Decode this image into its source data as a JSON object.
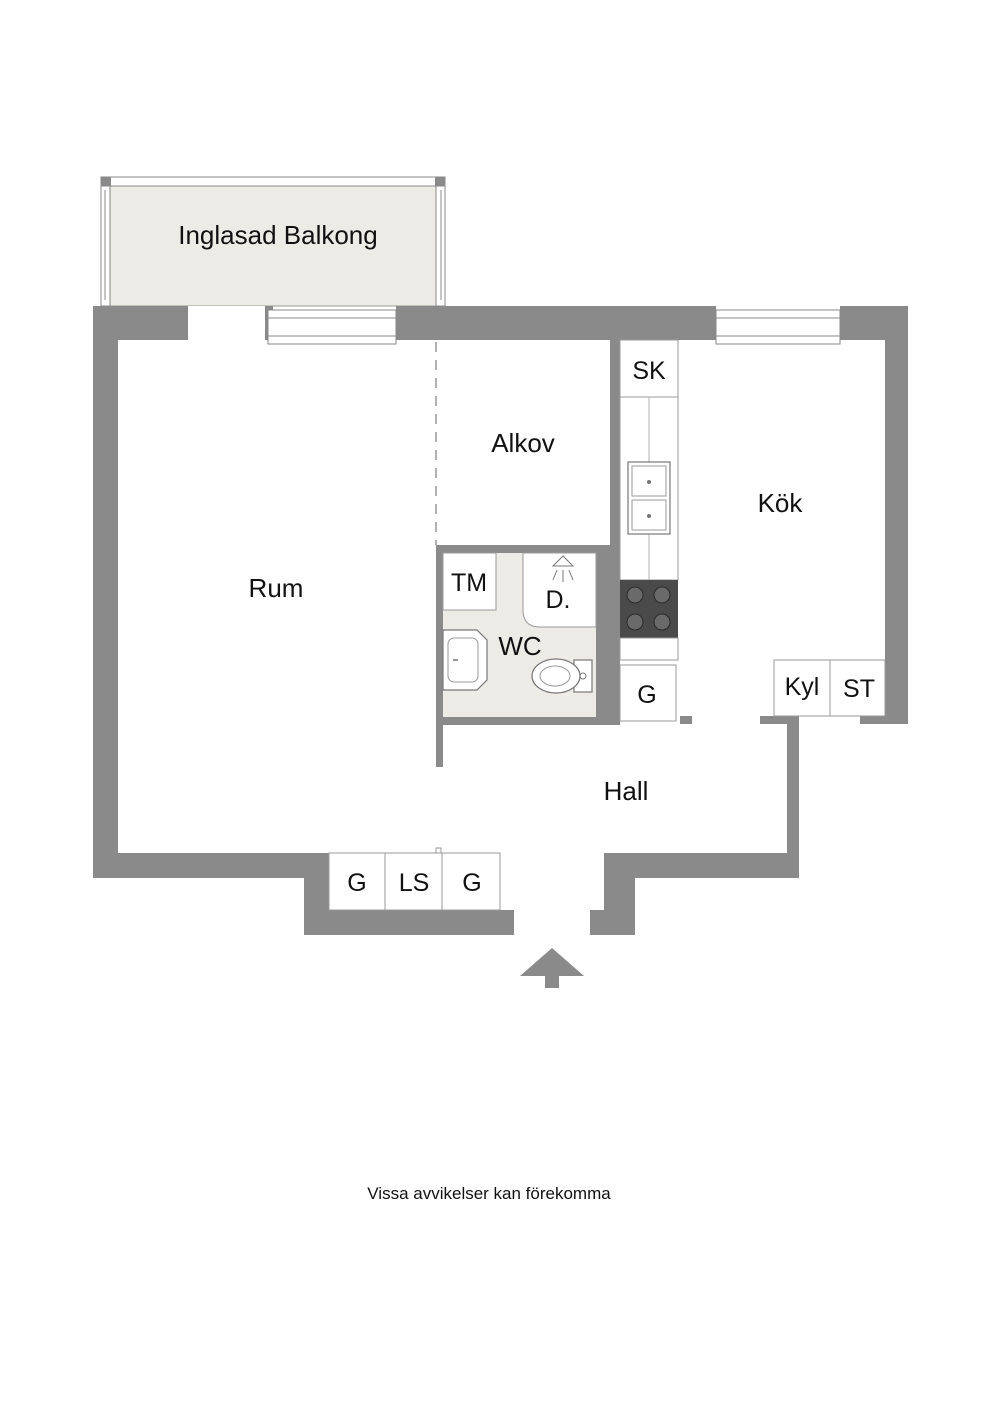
{
  "plan": {
    "rooms": {
      "balcony": "Inglasad Balkong",
      "living": "Rum",
      "alcove": "Alkov",
      "kitchen": "Kök",
      "hall": "Hall",
      "bath": "WC"
    },
    "fixtures": {
      "sk": "SK",
      "tm": "TM",
      "shower": "D.",
      "wardrobe_kitchen": "G",
      "fridge": "Kyl",
      "st": "ST",
      "wardrobe_hall_1": "G",
      "ls": "LS",
      "wardrobe_hall_2": "G"
    }
  },
  "footer": {
    "disclaimer": "Vissa avvikelser kan förekomma"
  },
  "colors": {
    "wall": "#8a8a8a",
    "balcony_fill": "#edebe6",
    "bathroom_floor": "#edebe6",
    "stove": "#4a4a4a"
  }
}
